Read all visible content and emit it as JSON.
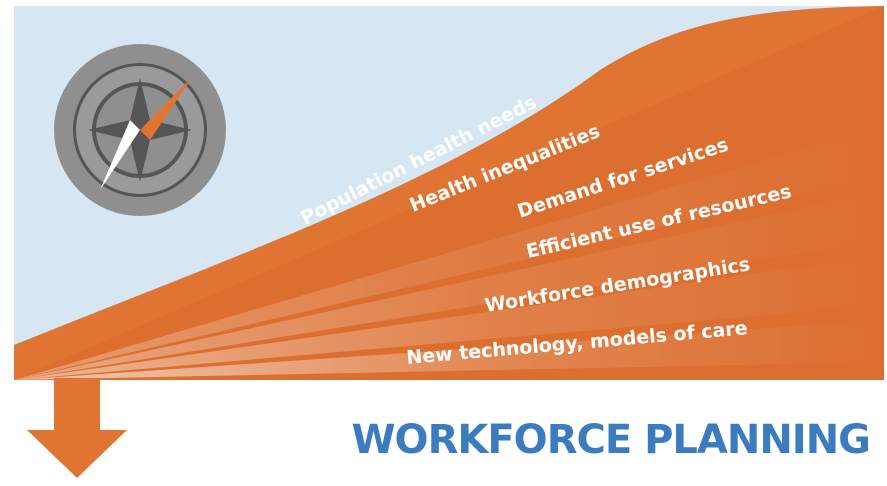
{
  "diagram": {
    "factors": [
      "Population health needs",
      "Health inequalities",
      "Demand for services",
      "Efficient use of resources",
      "Workforce demographics",
      "New technology, models of care"
    ],
    "title": "WORKFORCE PLANNING",
    "icon": "compass-icon",
    "arrow_icon": "down-arrow-icon"
  },
  "colors": {
    "sky": "#d6e7f3",
    "orange": "#e07432",
    "orange_dark": "#d5632a",
    "compass_outer": "#8f8f8f",
    "compass_face": "#555555",
    "needle_red": "#e07432",
    "needle_white": "#ffffff",
    "title": "#3b7cc1",
    "text": "#ffffff"
  }
}
